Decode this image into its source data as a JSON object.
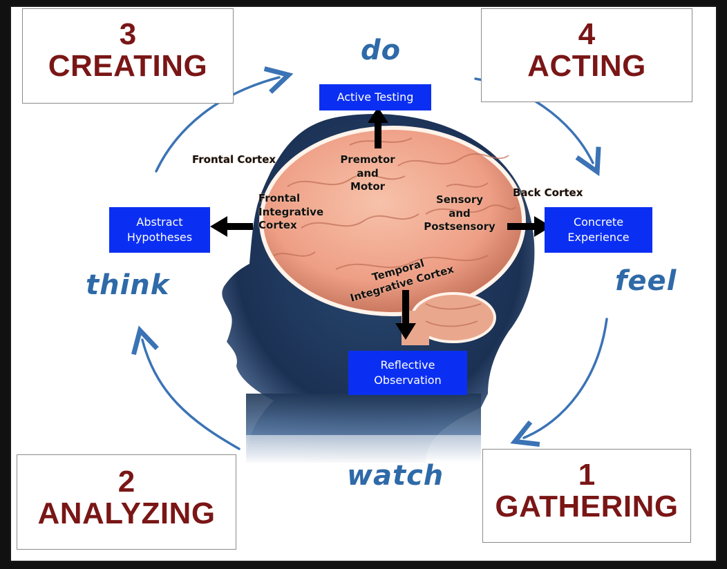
{
  "stages": [
    {
      "number": "3",
      "label": "CREATING"
    },
    {
      "number": "4",
      "label": "ACTING"
    },
    {
      "number": "2",
      "label": "ANALYZING"
    },
    {
      "number": "1",
      "label": "GATHERING"
    }
  ],
  "modes": {
    "do": "do",
    "feel": "feel",
    "watch": "watch",
    "think": "think"
  },
  "boxes": {
    "active_testing": "Active Testing",
    "abstract_hypotheses": [
      "Abstract",
      "Hypotheses"
    ],
    "concrete_experience": [
      "Concrete",
      "Experience"
    ],
    "reflective_observation": [
      "Reflective",
      "Observation"
    ]
  },
  "regions": {
    "frontal_cortex": "Frontal Cortex",
    "premotor": [
      "Premotor",
      "and",
      "Motor"
    ],
    "frontal_integrative": [
      "Frontal",
      "Integrative",
      "Cortex"
    ],
    "sensory": [
      "Sensory",
      "and",
      "Postsensory"
    ],
    "back_cortex": "Back Cortex",
    "temporal": [
      "Temporal",
      "Integrative Cortex"
    ]
  },
  "colors": {
    "stage_text": "#7a1616",
    "box_fill": "#0b2ff2",
    "handwriting": "#2f6aa8",
    "head": "#1f3656",
    "brain": "#f2a88c"
  }
}
